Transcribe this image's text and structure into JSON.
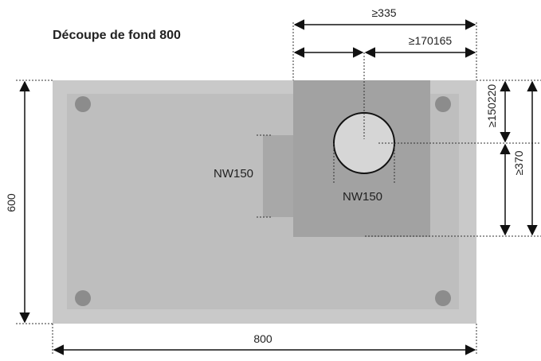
{
  "title": "Découpe de fond 800",
  "dimensions": {
    "top_overall": "≥335",
    "top_right": "≥170165",
    "right_small": "≥150220",
    "right_mid": "≥370",
    "left_height": "600",
    "bottom_width": "800"
  },
  "labels": {
    "side_outlet": "NW150",
    "round_outlet": "NW150"
  },
  "colors": {
    "outer_panel": "#c9c9c9",
    "inner_panel": "#bcbcbc",
    "cutout": "#9a9a9a",
    "circle": "#d8d8d8",
    "holes": "#8a8a8a",
    "line": "#111111"
  }
}
